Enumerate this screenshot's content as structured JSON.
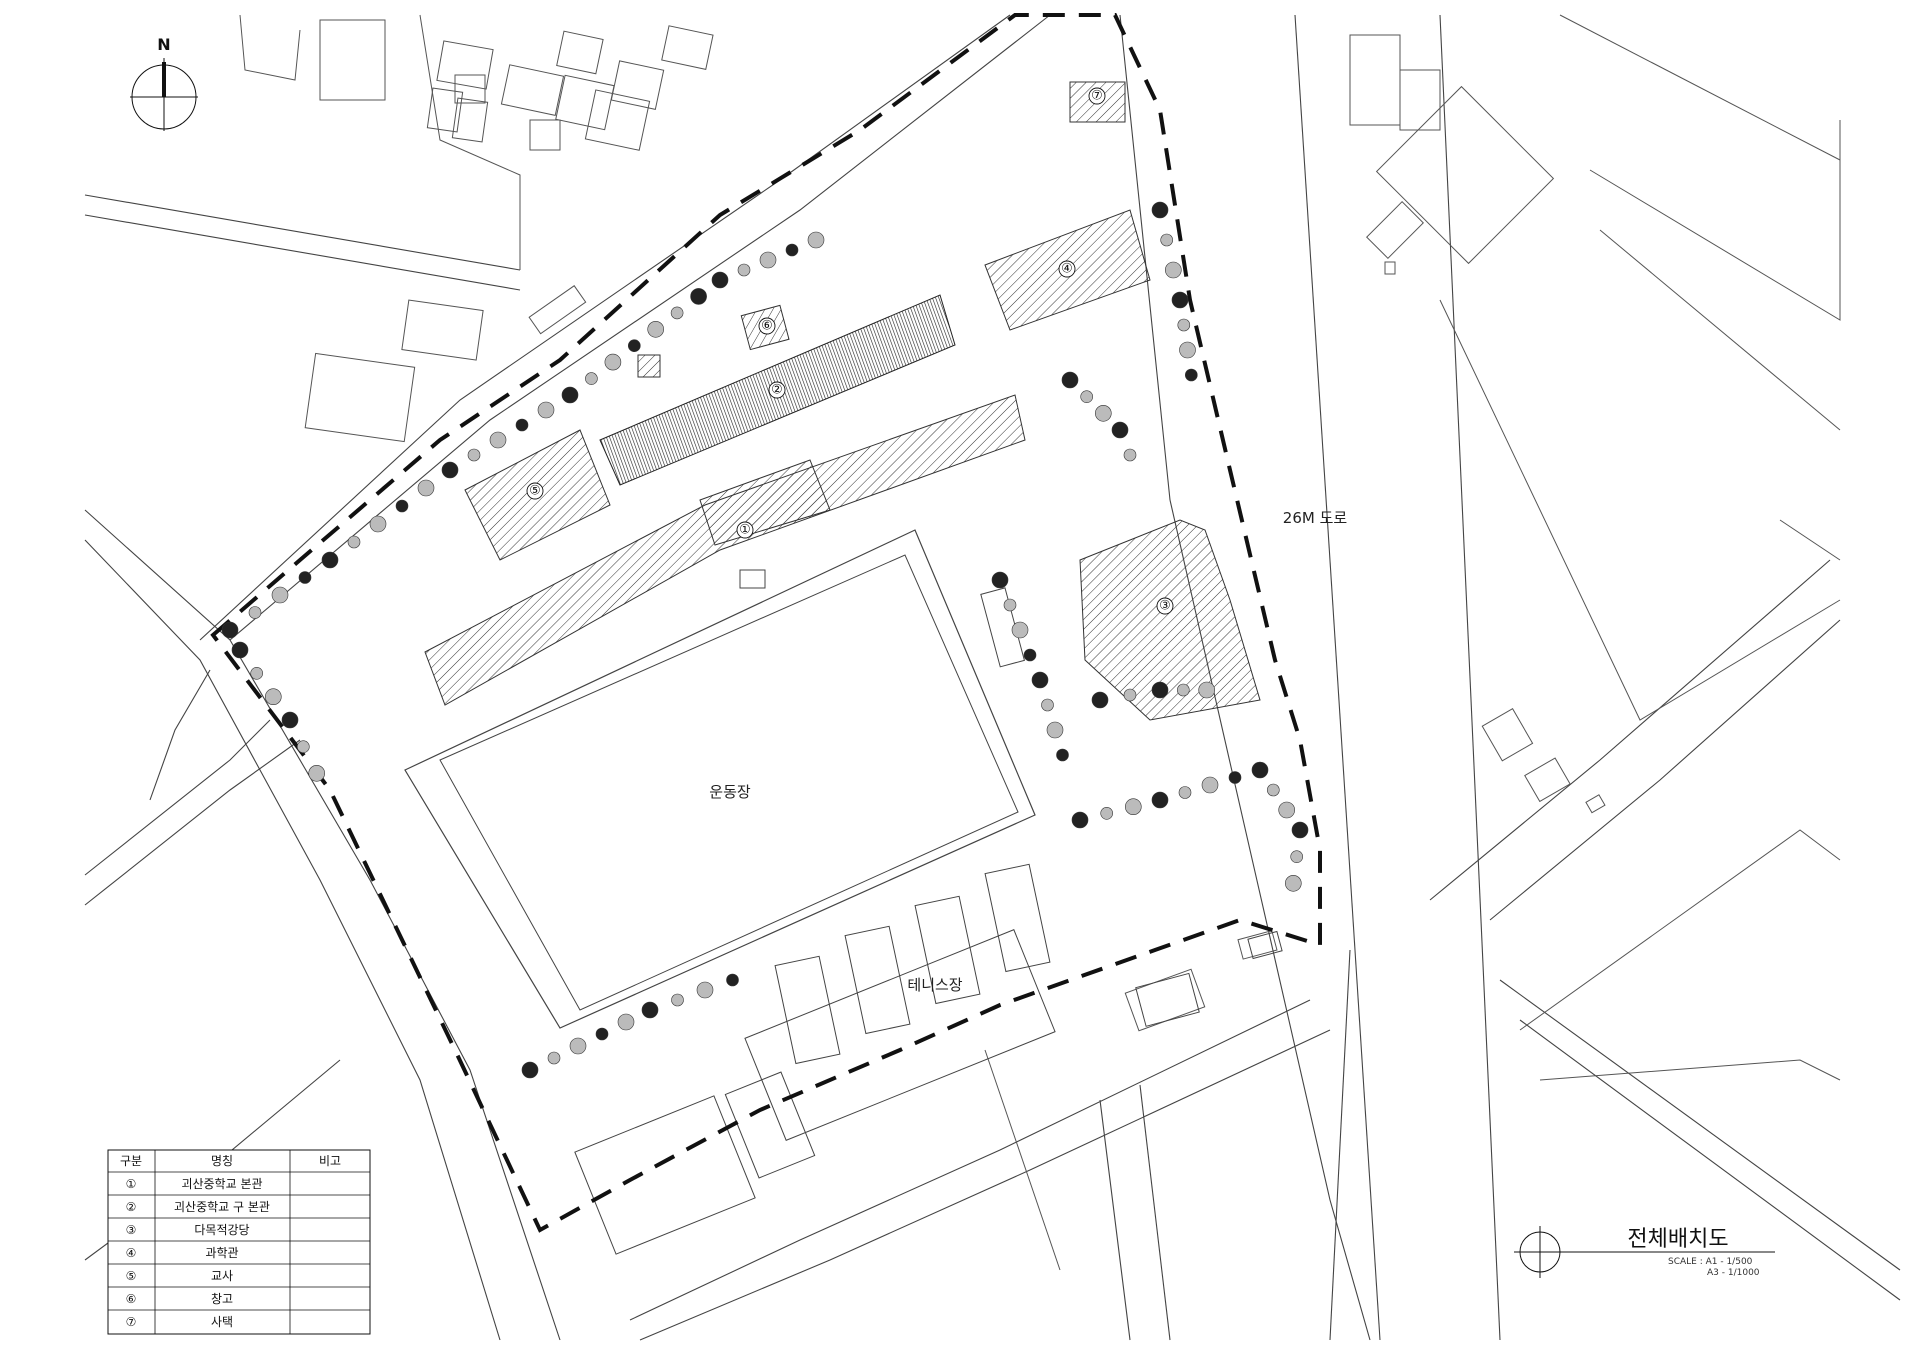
{
  "compass": {
    "label": "N"
  },
  "labels": {
    "road": "26M 도로",
    "field": "운동장",
    "tennis": "테니스장"
  },
  "buildings": [
    {
      "num": "①"
    },
    {
      "num": "②"
    },
    {
      "num": "③"
    },
    {
      "num": "④"
    },
    {
      "num": "⑤"
    },
    {
      "num": "⑥"
    },
    {
      "num": "⑦"
    }
  ],
  "legend": {
    "headers": [
      "구분",
      "명칭",
      "비고"
    ],
    "rows": [
      {
        "no": "①",
        "name": "괴산중학교 본관",
        "note": ""
      },
      {
        "no": "②",
        "name": "괴산중학교 구 본관",
        "note": ""
      },
      {
        "no": "③",
        "name": "다목적강당",
        "note": ""
      },
      {
        "no": "④",
        "name": "과학관",
        "note": ""
      },
      {
        "no": "⑤",
        "name": "교사",
        "note": ""
      },
      {
        "no": "⑥",
        "name": "창고",
        "note": ""
      },
      {
        "no": "⑦",
        "name": "사택",
        "note": ""
      }
    ]
  },
  "title_block": {
    "title": "전체배치도",
    "scale_a1": "SCALE : A1 - 1/500",
    "scale_a3": "A3 - 1/1000"
  }
}
